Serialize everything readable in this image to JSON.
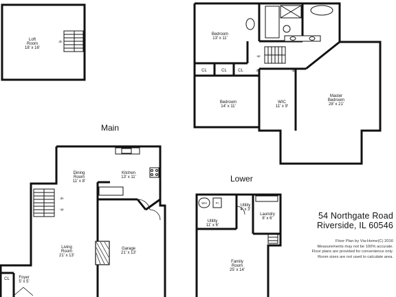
{
  "floors": {
    "main_label": "Main",
    "lower_label": "Lower"
  },
  "address": {
    "street": "54 Northgate Road",
    "city": "Riverside, IL 60546"
  },
  "footer": {
    "line1": "Floor Plan by Via-Home(C) 2016",
    "line2": "Measurements may not be 100% accurate.",
    "line3": "Floor plans are provided for convenience only.",
    "line4": "Room sizes are not used to calculate area."
  },
  "rooms": {
    "loft": {
      "name": "Loft",
      "name2": "Room",
      "dim": "18' x 16'"
    },
    "bedroom_top": {
      "name": "Bedroom",
      "dim": "13' x 11'"
    },
    "bedroom_mid": {
      "name": "Bedroom",
      "dim": "14' x 11'"
    },
    "wic": {
      "name": "WIC",
      "dim": "11' x 9'"
    },
    "master": {
      "name": "Master",
      "name2": "Bedroom",
      "dim": "28' x 21'"
    },
    "dining": {
      "name": "Dining",
      "name2": "Room",
      "dim": "11' x 8'"
    },
    "kitchen": {
      "name": "Kitchen",
      "dim": "13' x 11'"
    },
    "living": {
      "name": "Living",
      "name2": "Room",
      "dim": "21' x 13'"
    },
    "garage": {
      "name": "Garage",
      "dim": "21' x 13'"
    },
    "foyer": {
      "name": "Foyer",
      "dim": "5' x 5'"
    },
    "utility_main": {
      "name": "Utility",
      "dim": "11' x 6'"
    },
    "utility_small": {
      "name": "Utility",
      "dim": "4' x 3'"
    },
    "laundry": {
      "name": "Laundry",
      "dim": "8' x 6'"
    },
    "family": {
      "name": "Family",
      "name2": "Room",
      "dim": "25' x 14'"
    }
  },
  "marks": {
    "closet": "CL",
    "down": "dn",
    "up": "up",
    "water_heater": "WH",
    "furnace": "Fr"
  }
}
